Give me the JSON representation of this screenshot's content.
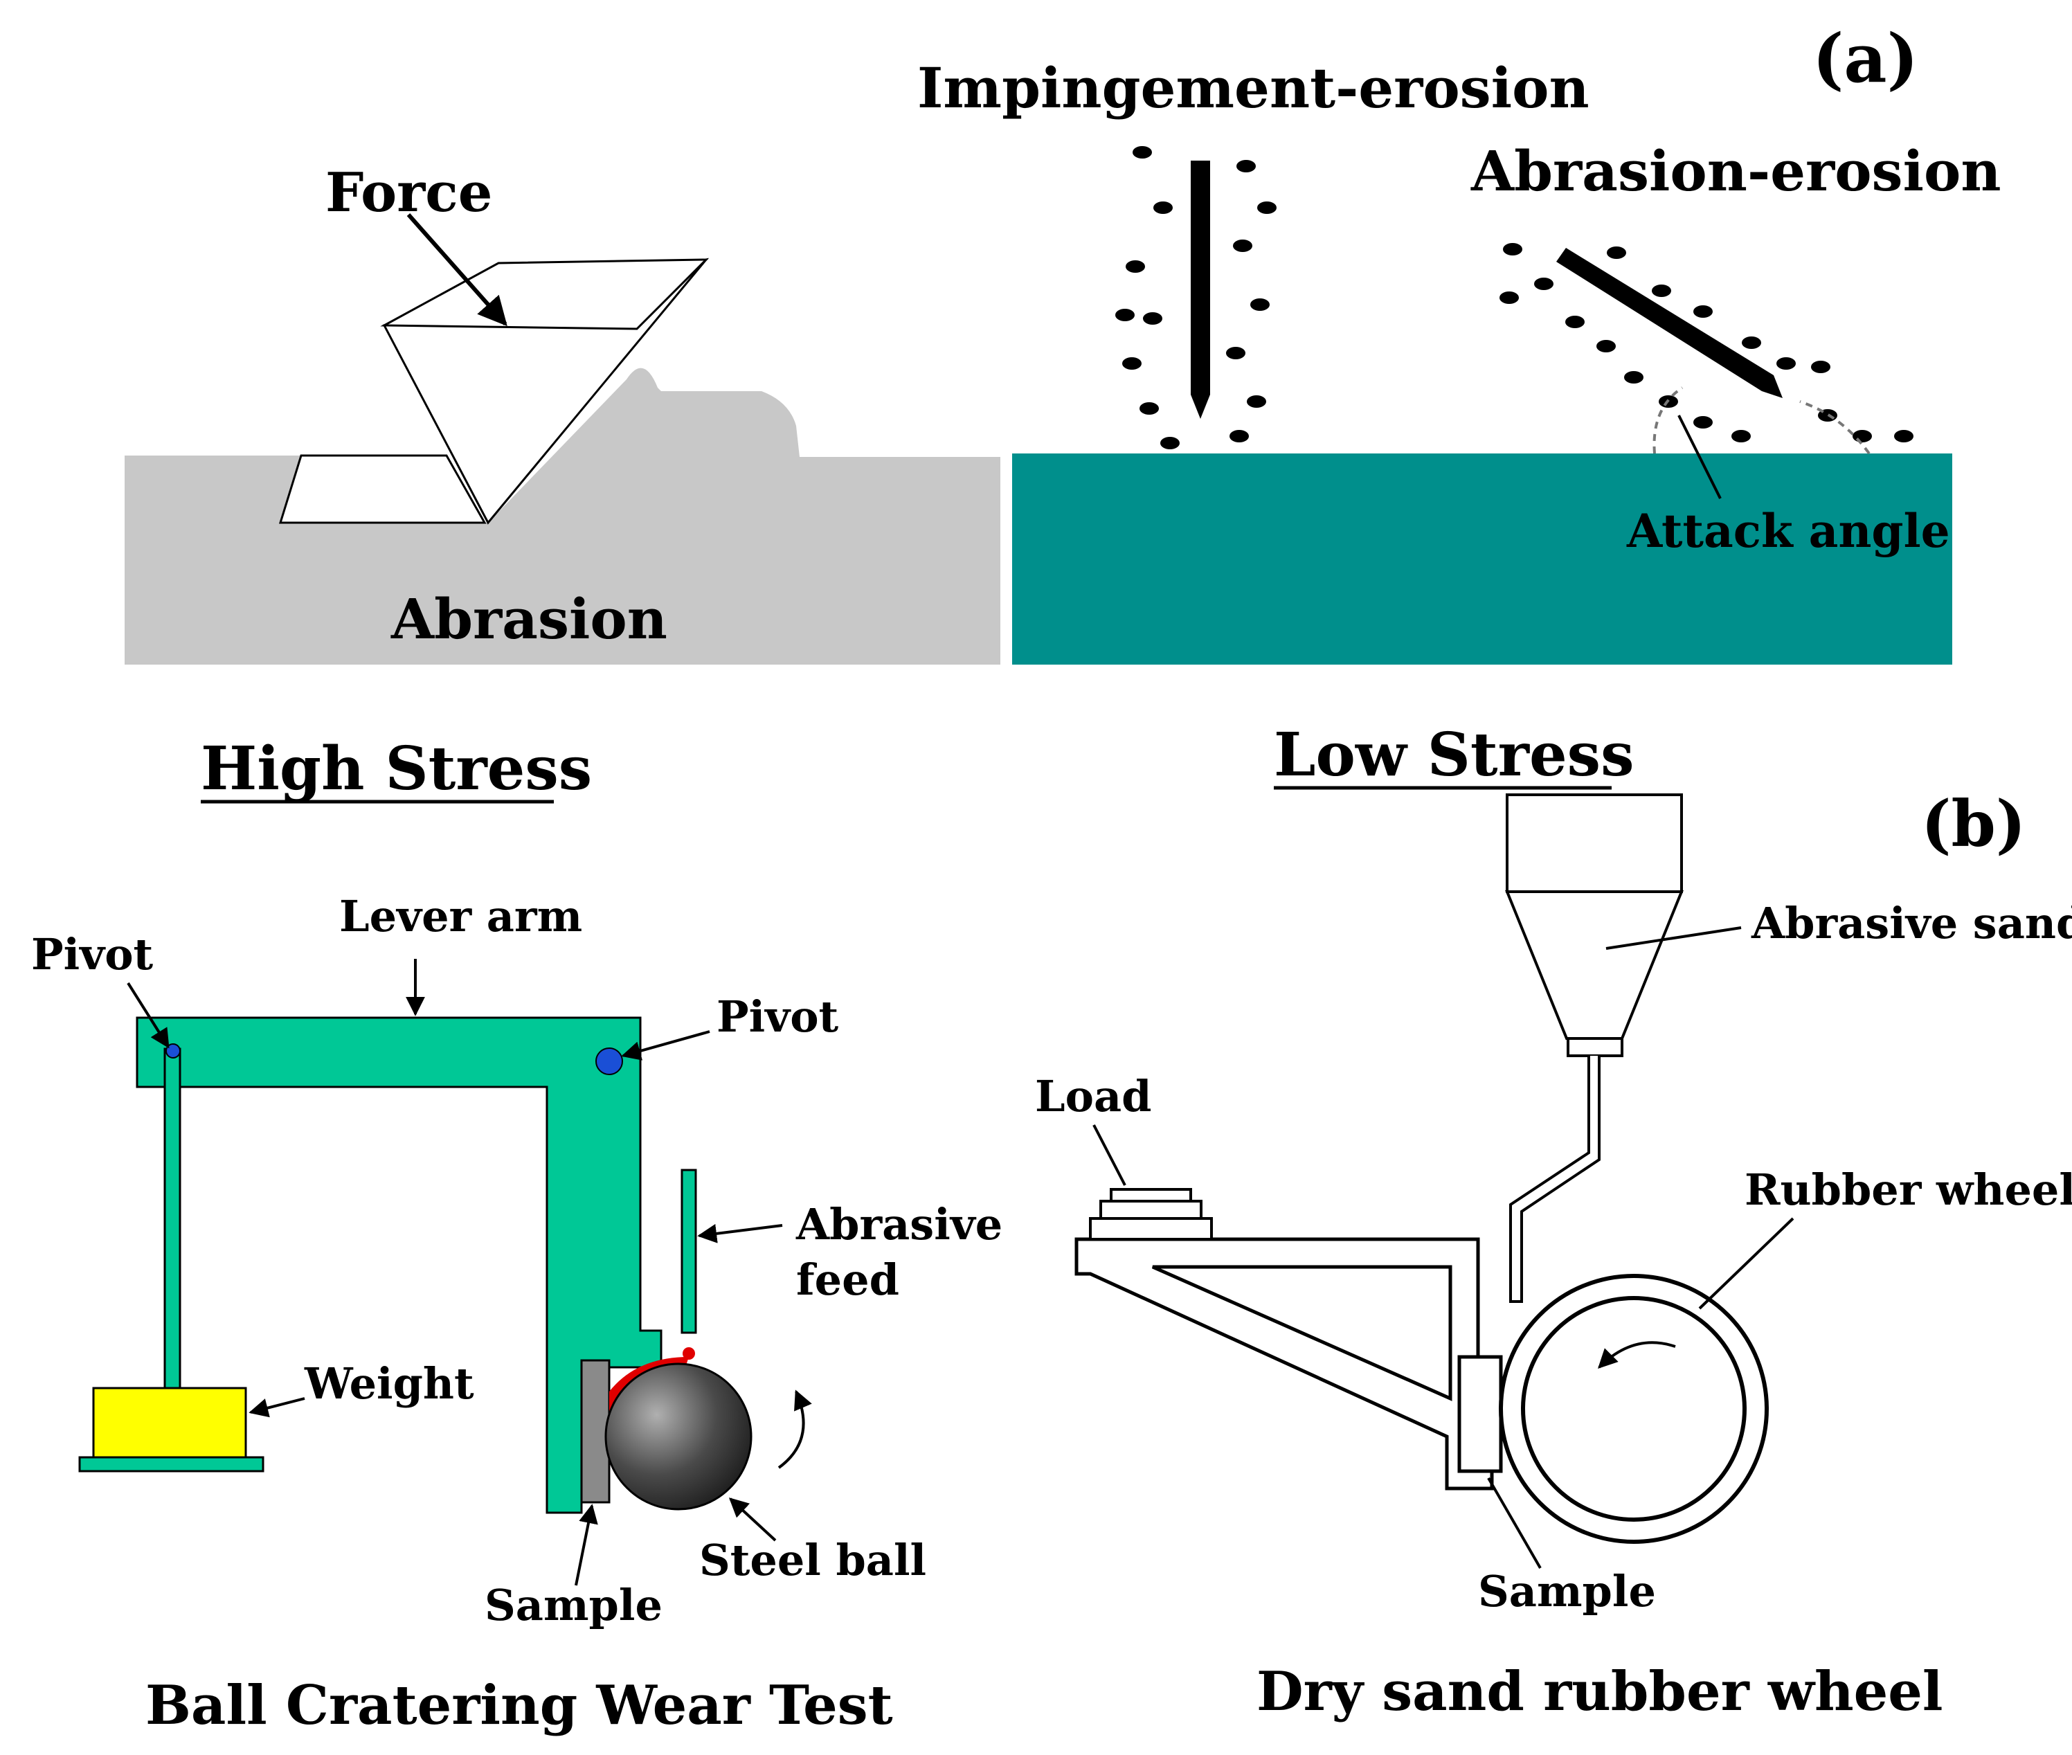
{
  "panel_a": {
    "label": "(a)",
    "abrasion": {
      "force_label": "Force",
      "title": "Abrasion",
      "surface_color": "#c8c8c8"
    },
    "erosion": {
      "impingement_label": "Impingement-erosion",
      "abrasion_erosion_label": "Abrasion-erosion",
      "attack_angle_label": "Attack angle",
      "surface_color": "#008f8c"
    }
  },
  "panel_b": {
    "label": "(b)",
    "high_stress": {
      "heading": "High Stress",
      "lever_arm_label": "Lever arm",
      "pivot_left_label": "Pivot",
      "pivot_right_label": "Pivot",
      "abrasive_feed_label_1": "Abrasive",
      "abrasive_feed_label_2": "feed",
      "weight_label": "Weight",
      "sample_label": "Sample",
      "steel_ball_label": "Steel ball",
      "caption": "Ball Cratering Wear Test",
      "lever_color": "#00c896",
      "weight_color": "#ffff00",
      "pivot_color": "#1a4fd6",
      "crater_color": "#e00000"
    },
    "low_stress": {
      "heading": "Low Stress",
      "abrasive_sand_label": "Abrasive sand",
      "load_label": "Load",
      "rubber_wheel_label": "Rubber wheel",
      "sample_label": "Sample",
      "caption": "Dry sand rubber wheel"
    }
  }
}
